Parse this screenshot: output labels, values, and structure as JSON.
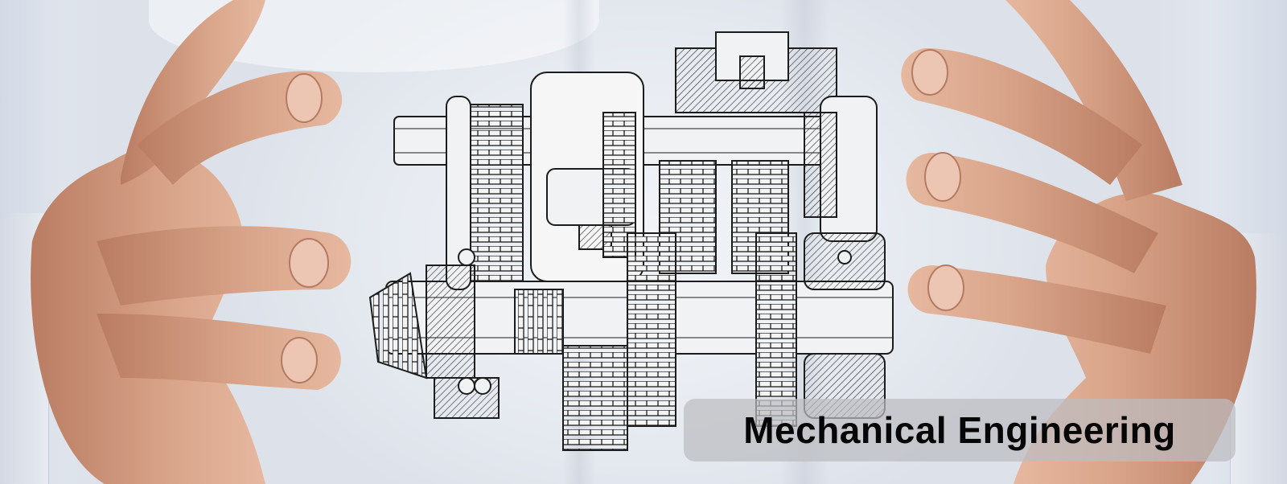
{
  "banner": {
    "caption": "Mechanical Engineering"
  },
  "colors": {
    "shirt": "#e8ecf2",
    "skin": "#d9a58a",
    "skin_shadow": "#b97c62",
    "ink": "#1c1c1c",
    "caption_bg": "#bcbcc0",
    "caption_text": "#060606"
  },
  "icons": [
    "gearbox-drawing",
    "left-hand",
    "right-hand"
  ]
}
